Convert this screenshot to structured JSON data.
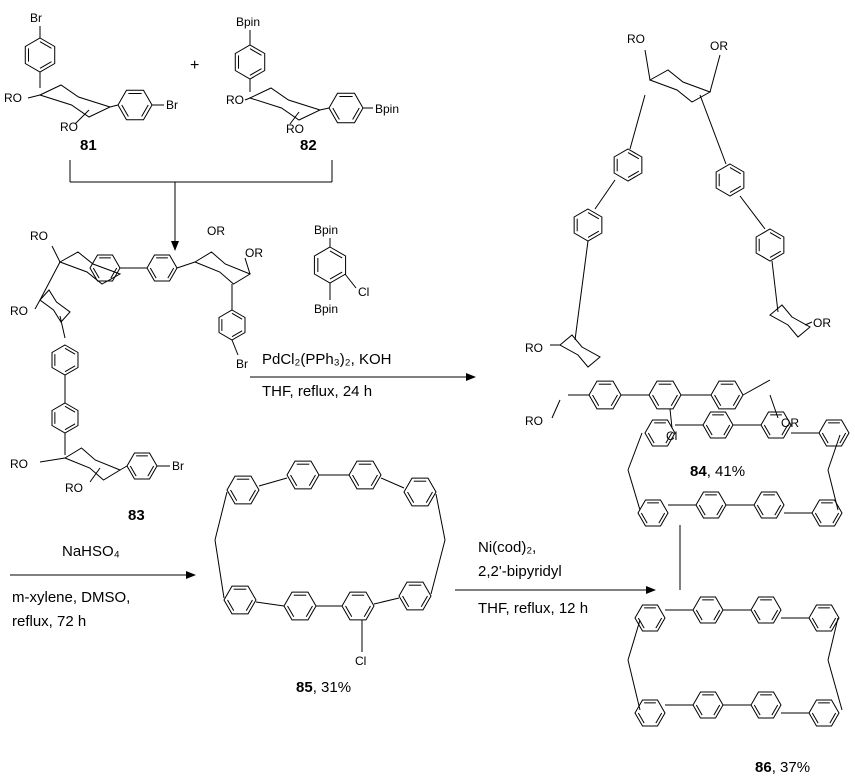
{
  "compounds": {
    "c81": {
      "number": "81",
      "sub1": "Br",
      "sub2": "Br",
      "ro1": "RO",
      "ro2": "RO"
    },
    "c82": {
      "number": "82",
      "sub1": "Bpin",
      "sub2": "Bpin",
      "ro1": "RO",
      "ro2": "RO"
    },
    "c83": {
      "number": "83",
      "br1": "Br",
      "br2": "Br",
      "ro": [
        "RO",
        "OR",
        "OR",
        "RO",
        "RO",
        "RO"
      ]
    },
    "c84": {
      "number": "84",
      "yield": ", 41%",
      "cl": "Cl",
      "ro": [
        "RO",
        "OR",
        "RO",
        "OR",
        "RO",
        "OR"
      ]
    },
    "c85": {
      "number": "85",
      "yield": ", 31%",
      "cl": "Cl"
    },
    "c86": {
      "number": "86",
      "yield": ", 37%"
    }
  },
  "plus": "+",
  "step1": {
    "reagent": {
      "bpin1": "Bpin",
      "bpin2": "Bpin",
      "cl": "Cl"
    },
    "line1": "PdCl₂(PPh₃)₂, KOH",
    "line2": "THF, reflux, 24 h"
  },
  "step2": {
    "line1": "NaHSO₄",
    "line2": "m-xylene, DMSO,",
    "line3": "reflux, 72 h"
  },
  "step3": {
    "line1": "Ni(cod)₂,",
    "line2": "2,2'-bipyridyl",
    "line3": "THF, reflux, 12 h"
  }
}
